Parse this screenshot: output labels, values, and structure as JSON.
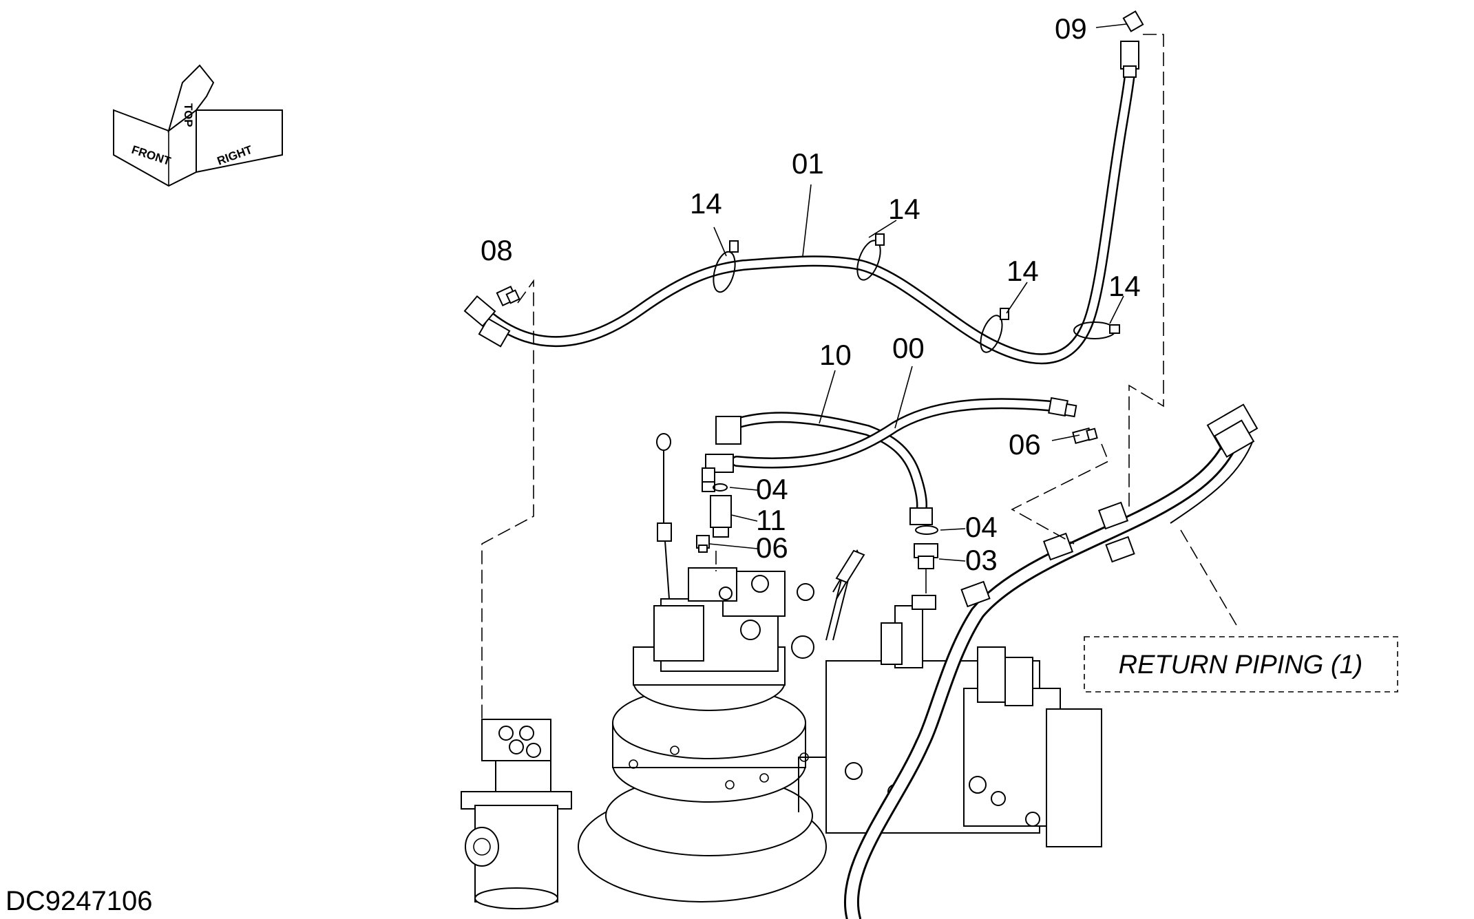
{
  "orientation": {
    "front": "FRONT",
    "top": "TOP",
    "right": "RIGHT"
  },
  "callouts": [
    {
      "id": "01",
      "text": "01"
    },
    {
      "id": "14a",
      "text": "14"
    },
    {
      "id": "14b",
      "text": "14"
    },
    {
      "id": "14c",
      "text": "14"
    },
    {
      "id": "14d",
      "text": "14"
    },
    {
      "id": "08",
      "text": "08"
    },
    {
      "id": "09",
      "text": "09"
    },
    {
      "id": "10",
      "text": "10"
    },
    {
      "id": "00",
      "text": "00"
    },
    {
      "id": "06a",
      "text": "06"
    },
    {
      "id": "04a",
      "text": "04"
    },
    {
      "id": "11",
      "text": "11"
    },
    {
      "id": "06b",
      "text": "06"
    },
    {
      "id": "04b",
      "text": "04"
    },
    {
      "id": "03",
      "text": "03"
    }
  ],
  "reference_box": {
    "text": "RETURN PIPING (1)"
  },
  "drawing_code": "DC9247106"
}
